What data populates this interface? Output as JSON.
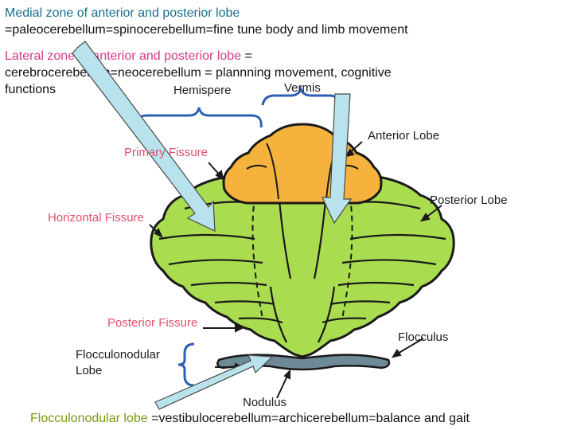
{
  "header": {
    "medial_title": "Medial zone of anterior and posterior lobe",
    "medial_desc": "=paleocerebellum=spinocerebellum=fine tune body and limb movement",
    "lateral_title": "Lateral zone of anterior and posterior lobe",
    "lateral_eq": " =",
    "lateral_desc_1": "cerebrocerebellum=neocerebellum = plannning movement, cognitive",
    "lateral_desc_2": "functions"
  },
  "footer": {
    "floc_title": "Flocculonodular lobe",
    "floc_desc": " =vestibulocerebellum=archicerebellum=balance and gait"
  },
  "diagram": {
    "hemisphere": "Hemispere",
    "vermis": "Vermis",
    "anterior_lobe": "Anterior Lobe",
    "posterior_lobe": "Posterior Lobe",
    "primary_fissure": "Primary Fissure",
    "horizontal_fissure": "Horizontal Fissure",
    "posterior_fissure": "Posterior Fissure",
    "flocculonodular_1": "Flocculonodular",
    "flocculonodular_2": "Lobe",
    "flocculus": "Flocculus",
    "nodulus": "Nodulus"
  },
  "colors": {
    "posterior_green": "#a9dc4f",
    "anterior_orange": "#f5b33d",
    "nodulus_gray": "#6e8a96",
    "fissure_red": "#e0506e",
    "bracket_blue": "#2f5fb3",
    "arrow_fill": "#b8e2ec"
  }
}
